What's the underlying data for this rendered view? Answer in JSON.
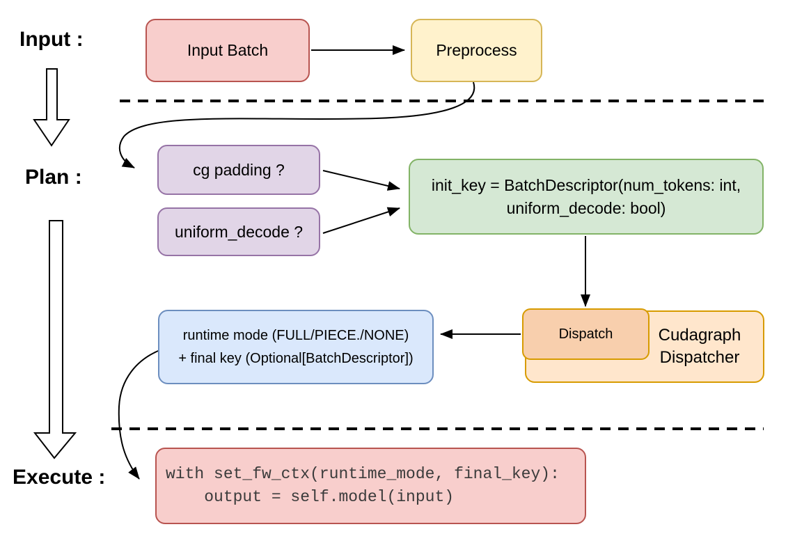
{
  "phases": {
    "input_label": "Input :",
    "plan_label": "Plan :",
    "execute_label": "Execute :"
  },
  "nodes": {
    "input_batch": {
      "label": "Input Batch"
    },
    "preprocess": {
      "label": "Preprocess"
    },
    "cg_padding": {
      "label": "cg padding ?"
    },
    "uniform_decode": {
      "label": "uniform_decode ?"
    },
    "init_key": {
      "line1": "init_key = BatchDescriptor(num_tokens: int,",
      "line2": "uniform_decode: bool)"
    },
    "dispatch": {
      "label": "Dispatch"
    },
    "cudagraph_dispatcher": {
      "line1": "Cudagraph",
      "line2": "Dispatcher"
    },
    "runtime_result": {
      "line1": "runtime mode (FULL/PIECE./NONE)",
      "line2": "+ final key (Optional[BatchDescriptor])"
    },
    "execute_code": {
      "line1": "with set_fw_ctx(runtime_mode, final_key):",
      "line2": "    output = self.model(input)"
    }
  },
  "colors": {
    "red_fill": "#f8cecc",
    "red_border": "#b85450",
    "yellow_fill": "#fff2cc",
    "yellow_border": "#d6b656",
    "purple_fill": "#e1d5e7",
    "purple_border": "#9673a6",
    "green_fill": "#d5e8d4",
    "green_border": "#82b366",
    "blue_fill": "#dae8fc",
    "blue_border": "#6c8ebf",
    "orange_outer_fill": "#ffe6cc",
    "orange_inner_fill": "#f8cfad",
    "orange_border": "#d79b00",
    "code_text": "#3b3b3b",
    "arrow": "#000000"
  }
}
